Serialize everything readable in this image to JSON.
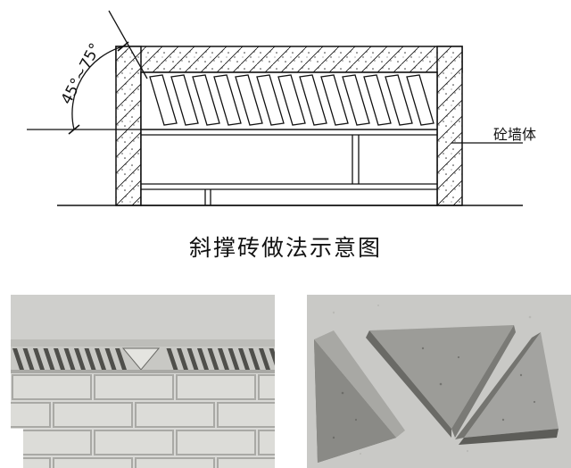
{
  "diagram": {
    "angle_label": "45°~75°",
    "wall_label": "砼墙体",
    "caption": "斜撑砖做法示意图"
  },
  "photos": [
    {
      "subject": "wall-with-diagonal-bricks"
    },
    {
      "subject": "triangular-bricks"
    }
  ],
  "colors": {
    "line": "#111111",
    "concrete_dots": "#333333",
    "photo_ceiling": "#cfcfcc",
    "photo_brick": "#dcdcd8",
    "photo_mortar": "#a9a9a5",
    "photo_concrete": "#8c8c88"
  }
}
